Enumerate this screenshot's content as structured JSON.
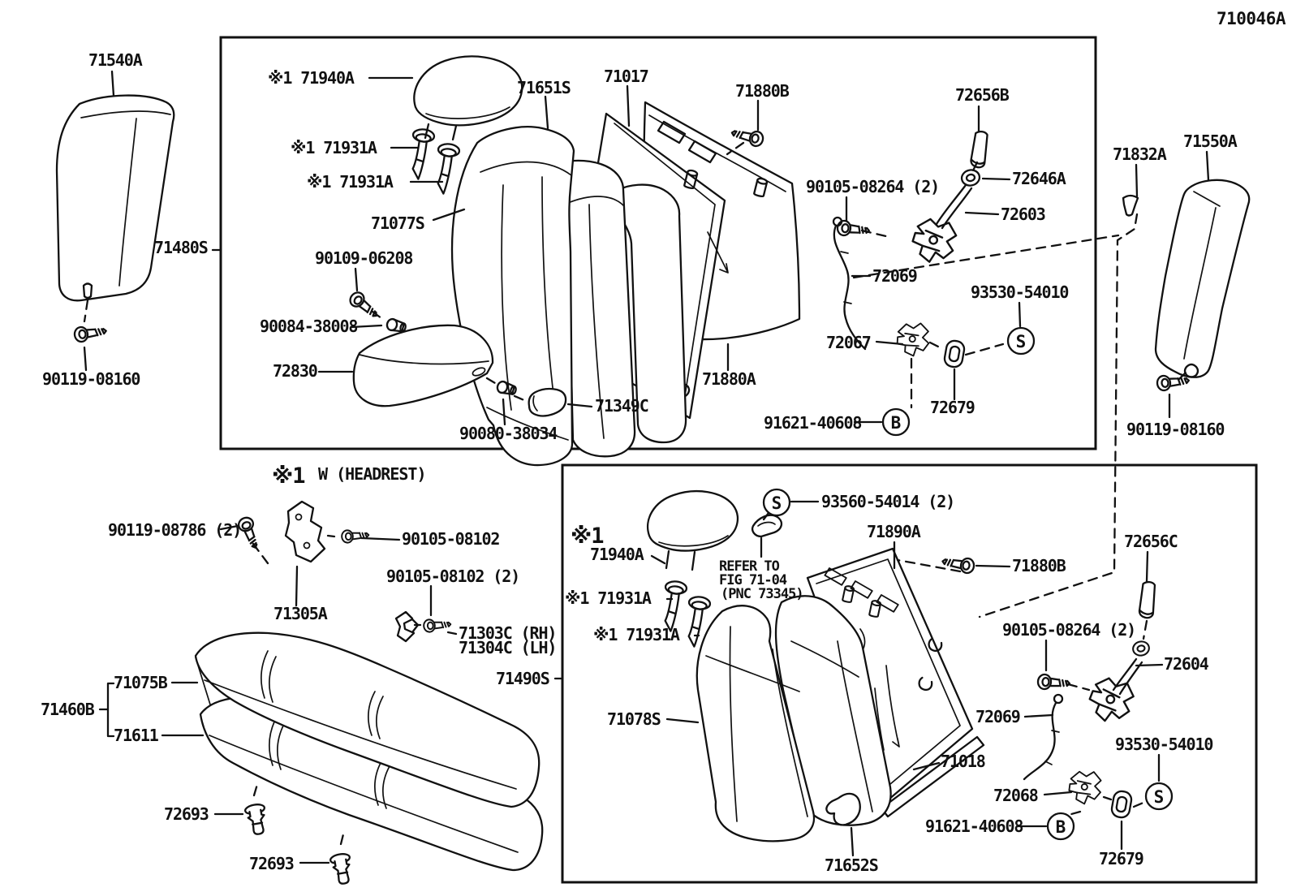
{
  "diagram": {
    "code": "710046A",
    "note_star": "※1",
    "note_text": "W (HEADREST)",
    "refer_line1": "REFER TO",
    "refer_line2": "FIG 71-04",
    "refer_line3": "(PNC 73345)"
  },
  "callout": {
    "s": "S",
    "b": "B"
  },
  "parts": {
    "p71540A": "71540A",
    "p71480S": "71480S",
    "p90119_08160": "90119-08160",
    "px71940A": "※1 71940A",
    "px71931A": "※1 71931A",
    "p71651S": "71651S",
    "p71017": "71017",
    "p71880B": "71880B",
    "p71077S": "71077S",
    "p90109_06208": "90109-06208",
    "p90084_38008": "90084-38008",
    "p72830": "72830",
    "p71349C": "71349C",
    "p90080_38034": "90080-38034",
    "p71880A": "71880A",
    "p90105_08264_2": "90105-08264 (2)",
    "p72656B": "72656B",
    "p72646A": "72646A",
    "p72603": "72603",
    "p72069": "72069",
    "p72067": "72067",
    "p93530_54010": "93530-54010",
    "p72679": "72679",
    "p91621_40608": "91621-40608",
    "p71832A": "71832A",
    "p71550A": "71550A",
    "p90119_08786_2": "90119-08786 (2)",
    "p90105_08102": "90105-08102",
    "p90105_08102_2": "90105-08102 (2)",
    "p71305A": "71305A",
    "p71303C_RH": "71303C (RH)",
    "p71304C_LH": "71304C (LH)",
    "p71075B": "71075B",
    "p71460B": "71460B",
    "p71611": "71611",
    "p72693": "72693",
    "p71490S": "71490S",
    "p93560_54014_2": "93560-54014 (2)",
    "p71890A": "71890A",
    "pstar": "※1",
    "p71940A": "71940A",
    "p72656C": "72656C",
    "p72604": "72604",
    "p71078S": "71078S",
    "p71018": "71018",
    "p72068": "72068",
    "p71652S": "71652S"
  }
}
